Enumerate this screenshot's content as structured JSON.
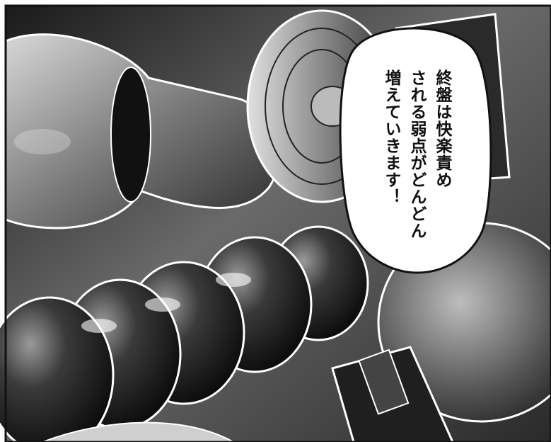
{
  "speech_bubble": {
    "lines": [
      "終盤は快楽責め",
      "される弱点がどんどん",
      "増えていきます！"
    ]
  },
  "colors": {
    "ink": "#111111",
    "paper": "#ffffff"
  },
  "icons": {
    "panel-art": "manga-panel-illustration"
  }
}
